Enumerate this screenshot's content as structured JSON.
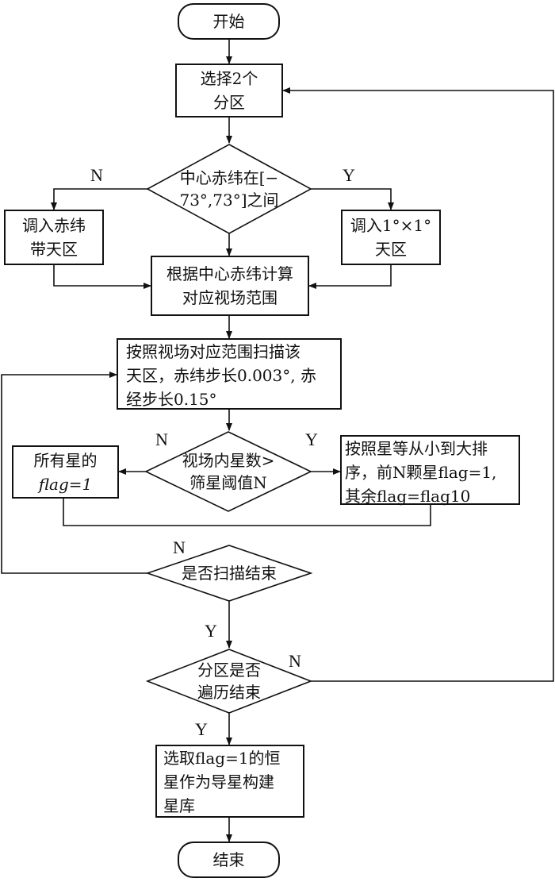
{
  "nodes": {
    "start": "开始",
    "select_partition": [
      "选择2个",
      "分区"
    ],
    "decision_dec_range": [
      "中心赤纬在[−",
      "73°,73°]之间"
    ],
    "load_band": [
      "调入赤纬",
      "带天区"
    ],
    "load_1deg": [
      "调入1°×1°",
      "天区"
    ],
    "compute_fov": [
      "根据中心赤纬计算",
      "对应视场范围"
    ],
    "scan": [
      "按照视场对应范围扫描该",
      "天区，赤纬步长0.003°, 赤",
      "经步长0.15°"
    ],
    "all_flag": [
      "所有星的",
      "flag=1"
    ],
    "decision_threshold": [
      "视场内星数>",
      "筛星阈值N"
    ],
    "sort": [
      "按照星等从小到大排",
      "序，前N颗星flag=1,",
      "其余flag=flag10"
    ],
    "decision_scan_end": "是否扫描结束",
    "decision_partition_end": [
      "分区是否",
      "遍历结束"
    ],
    "build": [
      "选取flag=1的恒",
      "星作为导星构建",
      "星库"
    ],
    "end": "结束"
  },
  "labels": {
    "n1": "N",
    "y1": "Y",
    "n2": "N",
    "y2": "Y",
    "n3": "N",
    "y3": "Y",
    "n4": "N",
    "y4": "Y"
  }
}
